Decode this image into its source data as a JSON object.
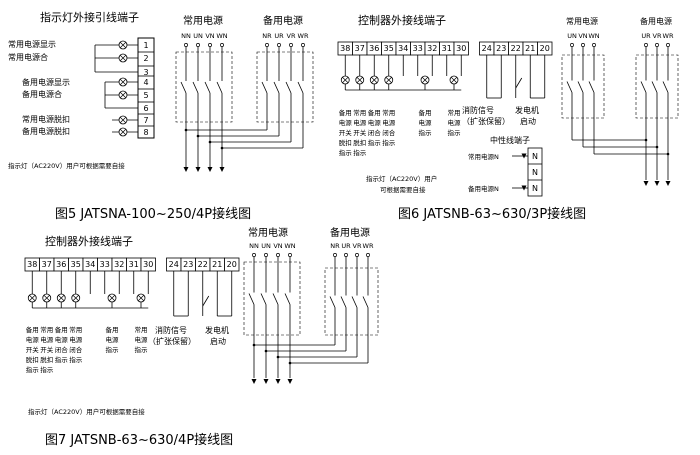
{
  "fig5": {
    "terminal_title": "指示灯外接引线端子",
    "left_labels": [
      "常用电源显示",
      "常用电源合",
      "备用电源显示",
      "备用电源合",
      "常用电源脱扣",
      "备用电源脱扣"
    ],
    "terminal_numbers": [
      "1",
      "2",
      "3",
      "4",
      "5",
      "6",
      "7",
      "8"
    ],
    "common_title": "常用电源",
    "common_ports": [
      "NN",
      "UN",
      "VN",
      "WN"
    ],
    "backup_title": "备用电源",
    "backup_ports": [
      "NR",
      "UR",
      "VR",
      "WR"
    ],
    "note": "指示灯（AC220V）用户可根据需要自接",
    "caption": "图5  JATSNA-100~250/4P接线图"
  },
  "fig6": {
    "title": "控制器外接线端子",
    "block1_numbers": [
      "38",
      "37",
      "36",
      "35",
      "34",
      "33",
      "32",
      "31",
      "30"
    ],
    "block2_numbers": [
      "24",
      "23",
      "22",
      "21",
      "20"
    ],
    "lamp_labels": [
      [
        "备用",
        "电源",
        "开关",
        "脱扣",
        "指示"
      ],
      [
        "常用",
        "电源",
        "开关",
        "脱扣",
        "指示"
      ],
      [
        "备用",
        "电源",
        "闭合",
        "指示"
      ],
      [
        "常用",
        "电源",
        "闭合",
        "指示"
      ],
      [
        "备用",
        "电源",
        "指示"
      ],
      [
        "常用",
        "电源",
        "指示"
      ]
    ],
    "fire_signal": "消防信号",
    "fire_signal2": "（扩张保留）",
    "generator": "发电机",
    "generator2": "启动",
    "note1": "指示灯（AC220V）用户",
    "note2": "可根据需要自接",
    "common_title": "常用电源",
    "common_ports": [
      "UN",
      "VN",
      "WN"
    ],
    "backup_title": "备用电源",
    "backup_ports": [
      "UR",
      "VR",
      "WR"
    ],
    "neutral_title": "中性线端子",
    "neutral_rows": [
      "常用电源N",
      "",
      "备用电源N"
    ],
    "neutral_marks": [
      "N",
      "N",
      "N"
    ],
    "caption": "图6  JATSNB-63~630/3P接线图"
  },
  "fig7": {
    "title": "控制器外接线端子",
    "block1_numbers": [
      "38",
      "37",
      "36",
      "35",
      "34",
      "33",
      "32",
      "31",
      "30"
    ],
    "block2_numbers": [
      "24",
      "23",
      "22",
      "21",
      "20"
    ],
    "lamp_labels": [
      [
        "备用",
        "电源",
        "开关",
        "脱扣",
        "指示"
      ],
      [
        "常用",
        "电源",
        "开关",
        "脱扣",
        "指示"
      ],
      [
        "备用",
        "电源",
        "闭合",
        "指示"
      ],
      [
        "常用",
        "电源",
        "闭合",
        "指示"
      ],
      [
        "备用",
        "电源",
        "指示"
      ],
      [
        "常用",
        "电源",
        "指示"
      ]
    ],
    "fire_signal": "消防信号",
    "fire_signal2": "（扩张保留）",
    "generator": "发电机",
    "generator2": "启动",
    "common_title": "常用电源",
    "common_ports": [
      "NN",
      "UN",
      "VN",
      "WN"
    ],
    "backup_title": "备用电源",
    "backup_ports": [
      "NR",
      "UR",
      "VR",
      "WR"
    ],
    "note": "指示灯（AC220V）用户可根据需要自接",
    "caption": "图7  JATSNB-63~630/4P接线图"
  }
}
